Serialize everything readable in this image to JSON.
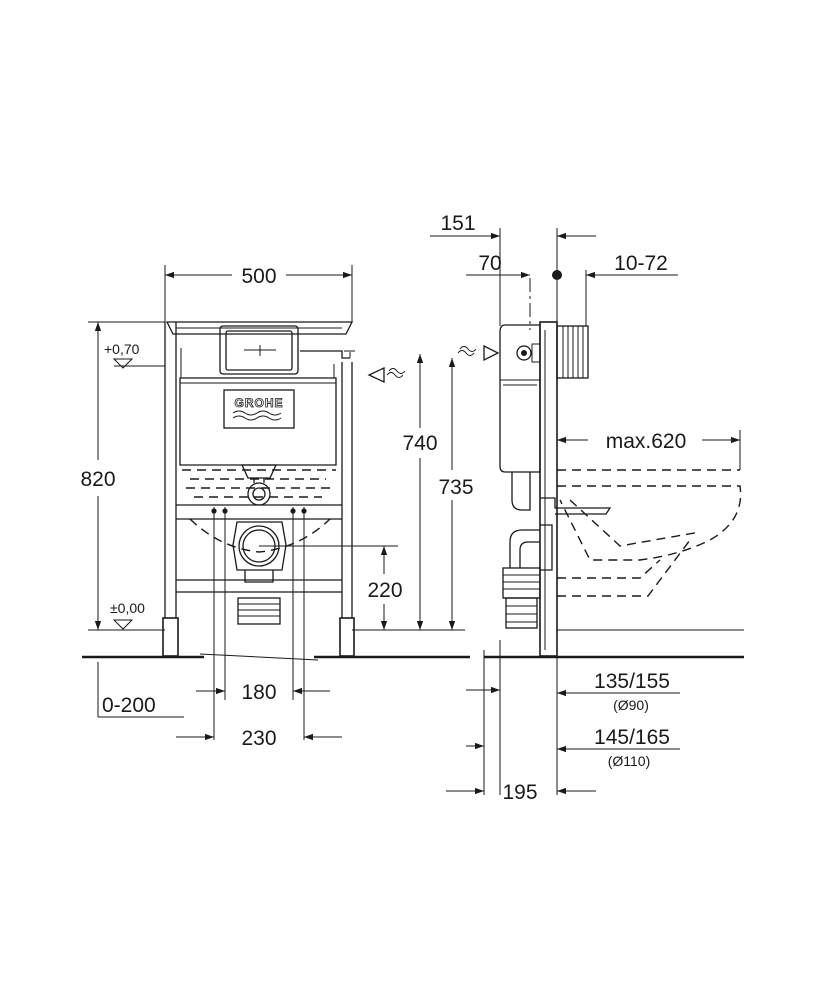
{
  "diagram": {
    "front_view": {
      "brand_logo": "GROHE",
      "dim_width": "500",
      "dim_height": "820",
      "level_top": "+0,70",
      "level_floor": "±0,00",
      "dim_flush_height": "740",
      "dim_inlet_height": "735",
      "dim_outlet_height": "220",
      "dim_adjust": "0-200",
      "dim_bolt_inner": "180",
      "dim_bolt_outer": "230"
    },
    "side_view": {
      "dim_depth_151": "151",
      "dim_depth_70": "70",
      "dim_wall_range": "10-72",
      "dim_max_projection": "max.620",
      "dim_outlet_90": "135/155",
      "label_dia_90": "(Ø90)",
      "dim_outlet_110": "145/165",
      "label_dia_110": "(Ø110)",
      "dim_depth_195": "195"
    }
  }
}
